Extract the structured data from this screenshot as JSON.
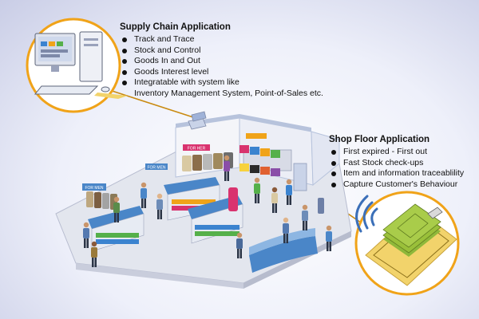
{
  "supply_chain": {
    "title": "Supply Chain Application",
    "items": [
      "Track and Trace",
      "Stock and Control",
      "Goods In and Out",
      "Goods Interest level",
      "Integratable with system like"
    ],
    "continuation": "Inventory Management System, Point-of-Sales etc."
  },
  "shop_floor": {
    "title": "Shop Floor Application",
    "items": [
      "First expired - First out",
      "Fast Stock check-ups",
      "Item and information traceablility",
      "Capture Customer's Behaviour"
    ]
  },
  "store_signs": [
    "FOR MEN",
    "FOR HER",
    "FOR MEN"
  ],
  "colors": {
    "callout_ring": "#f0a319",
    "leader_line": "#c98a10",
    "floor": "#e3e6ee",
    "wall": "#f4f5f9",
    "wall_trim": "#b7c3dc",
    "counter_blue": "#4a86c8",
    "sign_pink": "#d9336f",
    "rfid_mat": "#f2d36b",
    "shirts_green": "#9ac03a"
  },
  "icons": [
    "computer-workstation-icon",
    "rfid-reader-icon",
    "wireless-signal-icon",
    "rfid-tag-icon",
    "folded-shirts-icon"
  ]
}
